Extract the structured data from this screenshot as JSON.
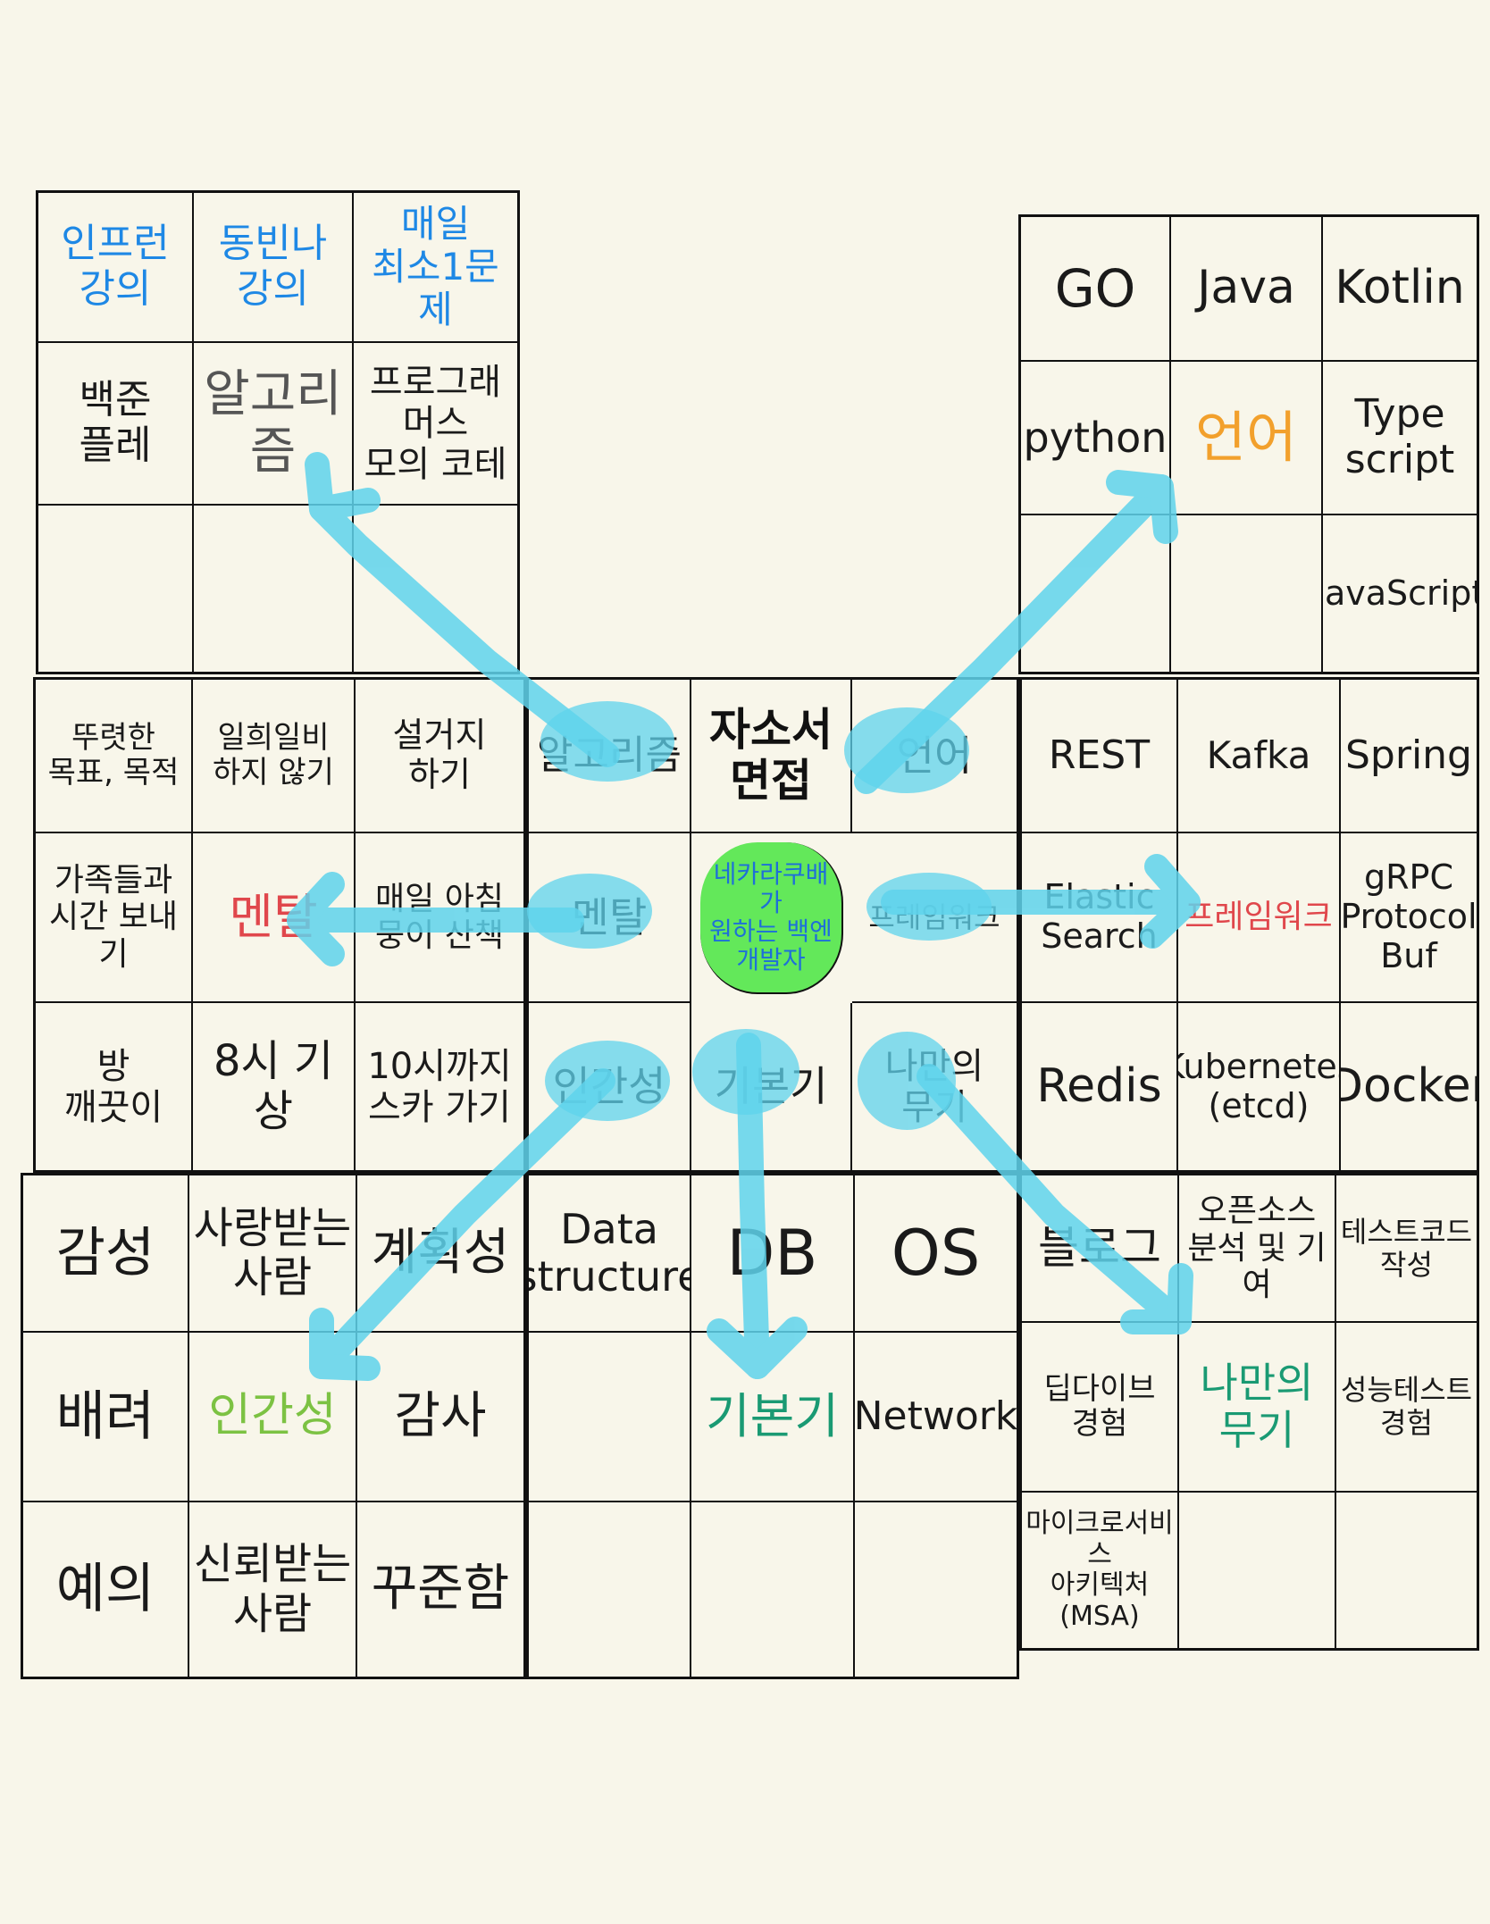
{
  "colors": {
    "background": "#f8f6ea",
    "arrow": "#5fd3ec",
    "blue_text": "#1e88e5",
    "orange_text": "#f2a02c",
    "red_text": "#e0474c",
    "green_text": "#7cc243",
    "teal_text": "#1a9a73",
    "center_highlight": "#63e85a"
  },
  "grids": {
    "algorithm": {
      "cells": [
        {
          "text": "인프런\n강의",
          "color": "#1e88e5"
        },
        {
          "text": "동빈나\n강의",
          "color": "#1e88e5"
        },
        {
          "text": "매일\n최소1문제",
          "color": "#1e88e5"
        },
        {
          "text": "백준\n플레",
          "color": "#1a1a1a"
        },
        {
          "text": "알고리즘",
          "color": "#555555"
        },
        {
          "text": "프로그래머스\n모의 코테",
          "color": "#1a1a1a"
        },
        {
          "text": "",
          "color": "#1a1a1a"
        },
        {
          "text": "",
          "color": "#1a1a1a"
        },
        {
          "text": "",
          "color": "#1a1a1a"
        }
      ]
    },
    "language": {
      "cells": [
        {
          "text": "GO",
          "color": "#1a1a1a"
        },
        {
          "text": "Java",
          "color": "#1a1a1a"
        },
        {
          "text": "Kotlin",
          "color": "#1a1a1a"
        },
        {
          "text": "python",
          "color": "#1a1a1a"
        },
        {
          "text": "언어",
          "color": "#f2a02c"
        },
        {
          "text": "Type script",
          "color": "#1a1a1a"
        },
        {
          "text": "",
          "color": "#1a1a1a"
        },
        {
          "text": "",
          "color": "#1a1a1a"
        },
        {
          "text": "JavaScript",
          "color": "#1a1a1a"
        }
      ]
    },
    "mental": {
      "cells": [
        {
          "text": "뚜렷한\n목표, 목적",
          "color": "#1a1a1a"
        },
        {
          "text": "일희일비\n하지 않기",
          "color": "#1a1a1a"
        },
        {
          "text": "설거지\n하기",
          "color": "#1a1a1a"
        },
        {
          "text": "가족들과\n시간 보내기",
          "color": "#1a1a1a"
        },
        {
          "text": "멘탈",
          "color": "#e0474c"
        },
        {
          "text": "매일 아침\n뭉이 산책",
          "color": "#1a1a1a"
        },
        {
          "text": "방\n깨끗이",
          "color": "#1a1a1a"
        },
        {
          "text": "8시 기상",
          "color": "#1a1a1a"
        },
        {
          "text": "10시까지\n스카 가기",
          "color": "#1a1a1a"
        }
      ]
    },
    "center": {
      "cells": [
        {
          "text": "알고리즘",
          "color": "#1a1a1a"
        },
        {
          "text": "자소서\n면접",
          "color": "#111111"
        },
        {
          "text": "언어",
          "color": "#1a1a1a"
        },
        {
          "text": "멘탈",
          "color": "#1a1a1a"
        },
        {
          "text": "네카라쿠배가\n원하는 백엔\n개발자",
          "color": "#1e6fd9"
        },
        {
          "text": "프레임워크",
          "color": "#1a1a1a"
        },
        {
          "text": "인간성",
          "color": "#1a1a1a"
        },
        {
          "text": "기본기",
          "color": "#1a1a1a"
        },
        {
          "text": "나만의\n무기",
          "color": "#1a1a1a"
        }
      ]
    },
    "framework": {
      "cells": [
        {
          "text": "REST",
          "color": "#1a1a1a"
        },
        {
          "text": "Kafka",
          "color": "#1a1a1a"
        },
        {
          "text": "Spring",
          "color": "#1a1a1a"
        },
        {
          "text": "Elastic\nSearch",
          "color": "#1a1a1a"
        },
        {
          "text": "프레임워크",
          "color": "#e0474c"
        },
        {
          "text": "gRPC\nProtocol Buf",
          "color": "#1a1a1a"
        },
        {
          "text": "Redis",
          "color": "#1a1a1a"
        },
        {
          "text": "Kubernetes\n(etcd)",
          "color": "#1a1a1a"
        },
        {
          "text": "Docker",
          "color": "#1a1a1a"
        }
      ]
    },
    "humanity": {
      "cells": [
        {
          "text": "감성",
          "color": "#1a1a1a"
        },
        {
          "text": "사랑받는\n사람",
          "color": "#1a1a1a"
        },
        {
          "text": "계획성",
          "color": "#1a1a1a"
        },
        {
          "text": "배려",
          "color": "#1a1a1a"
        },
        {
          "text": "인간성",
          "color": "#7cc243"
        },
        {
          "text": "감사",
          "color": "#1a1a1a"
        },
        {
          "text": "예의",
          "color": "#1a1a1a"
        },
        {
          "text": "신뢰받는\n사람",
          "color": "#1a1a1a"
        },
        {
          "text": "꾸준함",
          "color": "#1a1a1a"
        }
      ]
    },
    "basics": {
      "cells": [
        {
          "text": "Data\nstructure",
          "color": "#1a1a1a"
        },
        {
          "text": "DB",
          "color": "#1a1a1a"
        },
        {
          "text": "OS",
          "color": "#1a1a1a"
        },
        {
          "text": "",
          "color": "#1a1a1a"
        },
        {
          "text": "기본기",
          "color": "#1a9a73"
        },
        {
          "text": "Network",
          "color": "#1a1a1a"
        },
        {
          "text": "",
          "color": "#1a1a1a"
        },
        {
          "text": "",
          "color": "#1a1a1a"
        },
        {
          "text": "",
          "color": "#1a1a1a"
        }
      ]
    },
    "weapon": {
      "cells": [
        {
          "text": "블로그",
          "color": "#1a1a1a"
        },
        {
          "text": "오픈소스\n분석 및 기여",
          "color": "#1a1a1a"
        },
        {
          "text": "테스트코드\n작성",
          "color": "#1a1a1a"
        },
        {
          "text": "딥다이브\n경험",
          "color": "#1a1a1a"
        },
        {
          "text": "나만의\n무기",
          "color": "#1a9a73"
        },
        {
          "text": "성능테스트\n경험",
          "color": "#1a1a1a"
        },
        {
          "text": "마이크로서비스\n아키텍처\n(MSA)",
          "color": "#1a1a1a"
        },
        {
          "text": "",
          "color": "#1a1a1a"
        },
        {
          "text": "",
          "color": "#1a1a1a"
        }
      ]
    }
  }
}
